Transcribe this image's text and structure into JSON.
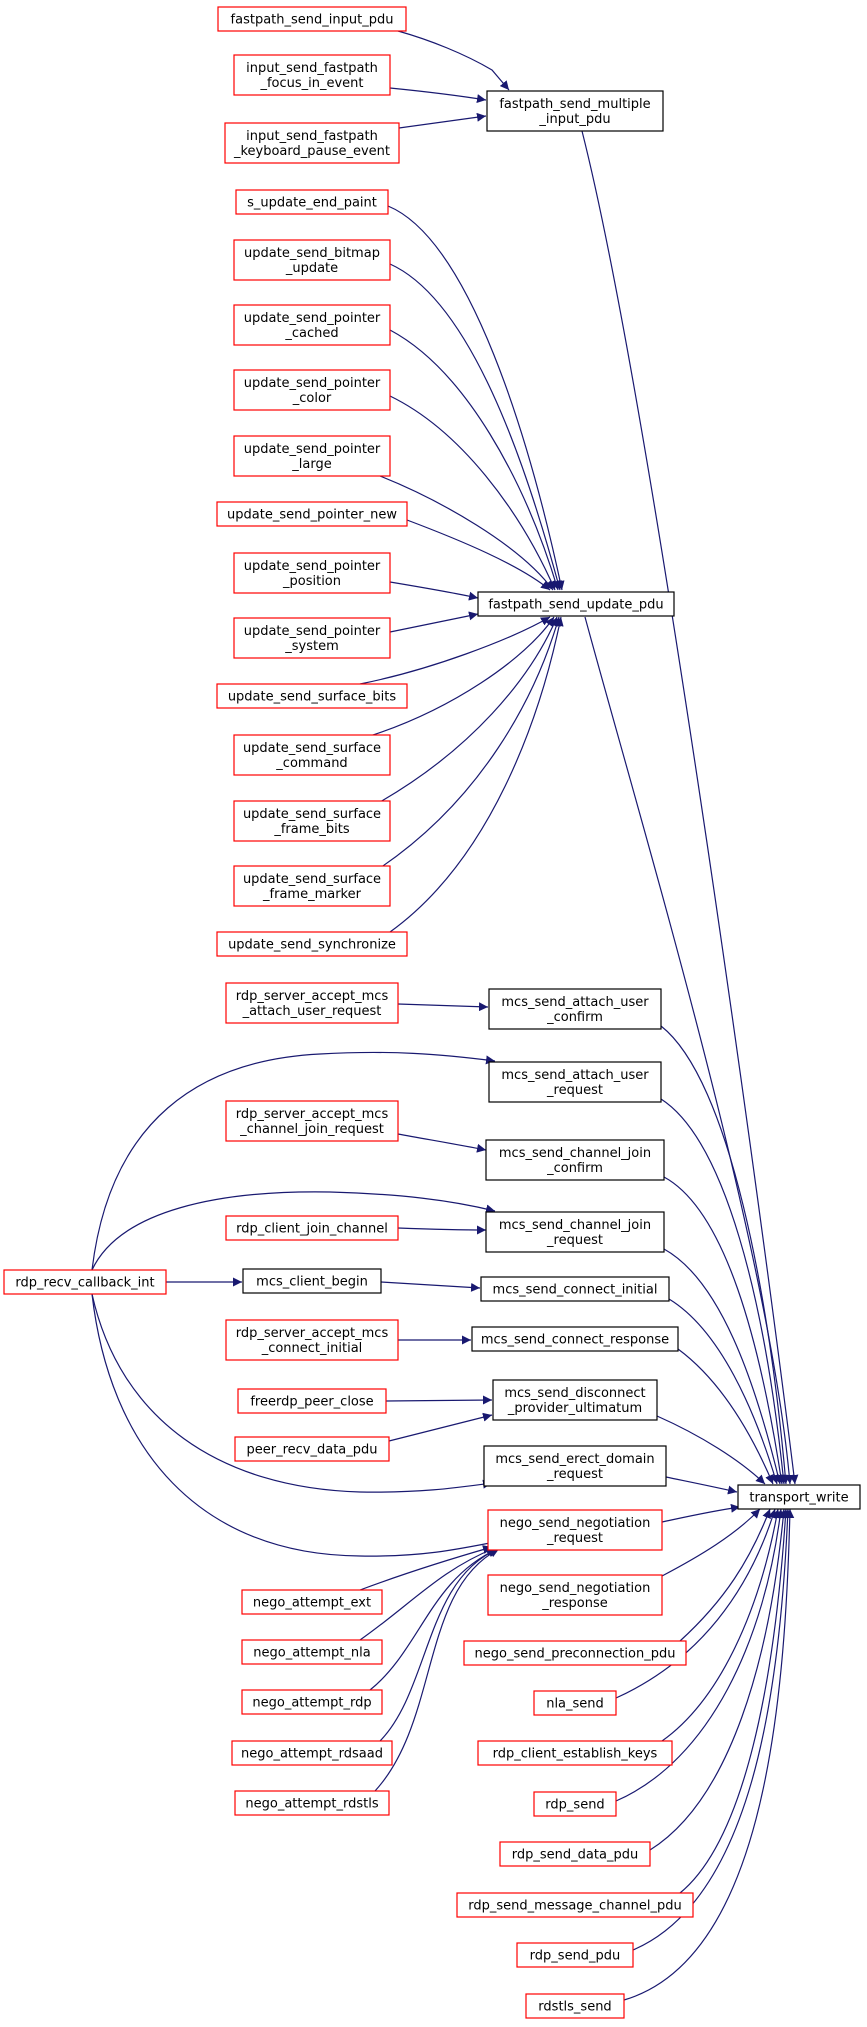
{
  "colors": {
    "edge": "#191970",
    "red_border": "#ff0000",
    "black_border": "#000000",
    "focus_fill": "#bfbfbf"
  },
  "nodes": [
    {
      "id": "n_fp_input_pdu",
      "lines": [
        "fastpath_send_input_pdu"
      ],
      "border": "red"
    },
    {
      "id": "n_input_focus",
      "lines": [
        "input_send_fastpath",
        "_focus_in_event"
      ],
      "border": "red"
    },
    {
      "id": "n_input_kbd",
      "lines": [
        "input_send_fastpath",
        "_keyboard_pause_event"
      ],
      "border": "red"
    },
    {
      "id": "n_fp_multi",
      "lines": [
        "fastpath_send_multiple",
        "_input_pdu"
      ],
      "border": "black"
    },
    {
      "id": "n_s_update_end",
      "lines": [
        "s_update_end_paint"
      ],
      "border": "red"
    },
    {
      "id": "n_upd_bitmap",
      "lines": [
        "update_send_bitmap",
        "_update"
      ],
      "border": "red"
    },
    {
      "id": "n_upd_ptr_cached",
      "lines": [
        "update_send_pointer",
        "_cached"
      ],
      "border": "red"
    },
    {
      "id": "n_upd_ptr_color",
      "lines": [
        "update_send_pointer",
        "_color"
      ],
      "border": "red"
    },
    {
      "id": "n_upd_ptr_large",
      "lines": [
        "update_send_pointer",
        "_large"
      ],
      "border": "red"
    },
    {
      "id": "n_upd_ptr_new",
      "lines": [
        "update_send_pointer_new"
      ],
      "border": "red"
    },
    {
      "id": "n_upd_ptr_pos",
      "lines": [
        "update_send_pointer",
        "_position"
      ],
      "border": "red"
    },
    {
      "id": "n_upd_ptr_sys",
      "lines": [
        "update_send_pointer",
        "_system"
      ],
      "border": "red"
    },
    {
      "id": "n_upd_surf_bits",
      "lines": [
        "update_send_surface_bits"
      ],
      "border": "red"
    },
    {
      "id": "n_upd_surf_cmd",
      "lines": [
        "update_send_surface",
        "_command"
      ],
      "border": "red"
    },
    {
      "id": "n_upd_surf_fbits",
      "lines": [
        "update_send_surface",
        "_frame_bits"
      ],
      "border": "red"
    },
    {
      "id": "n_upd_surf_fmark",
      "lines": [
        "update_send_surface",
        "_frame_marker"
      ],
      "border": "red"
    },
    {
      "id": "n_upd_sync",
      "lines": [
        "update_send_synchronize"
      ],
      "border": "red"
    },
    {
      "id": "n_fp_update",
      "lines": [
        "fastpath_send_update_pdu"
      ],
      "border": "black"
    },
    {
      "id": "n_srv_attach_req",
      "lines": [
        "rdp_server_accept_mcs",
        "_attach_user_request"
      ],
      "border": "red"
    },
    {
      "id": "n_mcs_attach_confirm",
      "lines": [
        "mcs_send_attach_user",
        "_confirm"
      ],
      "border": "black"
    },
    {
      "id": "n_mcs_attach_request",
      "lines": [
        "mcs_send_attach_user",
        "_request"
      ],
      "border": "black"
    },
    {
      "id": "n_srv_chan_join",
      "lines": [
        "rdp_server_accept_mcs",
        "_channel_join_request"
      ],
      "border": "red"
    },
    {
      "id": "n_mcs_chan_confirm",
      "lines": [
        "mcs_send_channel_join",
        "_confirm"
      ],
      "border": "black"
    },
    {
      "id": "n_client_join",
      "lines": [
        "rdp_client_join_channel"
      ],
      "border": "red"
    },
    {
      "id": "n_mcs_chan_request",
      "lines": [
        "mcs_send_channel_join",
        "_request"
      ],
      "border": "black"
    },
    {
      "id": "n_recv_cb",
      "lines": [
        "rdp_recv_callback_int"
      ],
      "border": "red"
    },
    {
      "id": "n_mcs_client_begin",
      "lines": [
        "mcs_client_begin"
      ],
      "border": "black"
    },
    {
      "id": "n_mcs_connect_initial",
      "lines": [
        "mcs_send_connect_initial"
      ],
      "border": "black"
    },
    {
      "id": "n_srv_connect_initial",
      "lines": [
        "rdp_server_accept_mcs",
        "_connect_initial"
      ],
      "border": "red"
    },
    {
      "id": "n_mcs_connect_response",
      "lines": [
        "mcs_send_connect_response"
      ],
      "border": "black"
    },
    {
      "id": "n_peer_close",
      "lines": [
        "freerdp_peer_close"
      ],
      "border": "red"
    },
    {
      "id": "n_peer_recv",
      "lines": [
        "peer_recv_data_pdu"
      ],
      "border": "red"
    },
    {
      "id": "n_mcs_disconnect",
      "lines": [
        "mcs_send_disconnect",
        "_provider_ultimatum"
      ],
      "border": "black"
    },
    {
      "id": "n_mcs_erect",
      "lines": [
        "mcs_send_erect_domain",
        "_request"
      ],
      "border": "black"
    },
    {
      "id": "n_nego_req",
      "lines": [
        "nego_send_negotiation",
        "_request"
      ],
      "border": "red"
    },
    {
      "id": "n_nego_ext",
      "lines": [
        "nego_attempt_ext"
      ],
      "border": "red"
    },
    {
      "id": "n_nego_nla",
      "lines": [
        "nego_attempt_nla"
      ],
      "border": "red"
    },
    {
      "id": "n_nego_rdp",
      "lines": [
        "nego_attempt_rdp"
      ],
      "border": "red"
    },
    {
      "id": "n_nego_rdsaad",
      "lines": [
        "nego_attempt_rdsaad"
      ],
      "border": "red"
    },
    {
      "id": "n_nego_rdstls",
      "lines": [
        "nego_attempt_rdstls"
      ],
      "border": "red"
    },
    {
      "id": "n_nego_resp",
      "lines": [
        "nego_send_negotiation",
        "_response"
      ],
      "border": "red"
    },
    {
      "id": "n_nego_preconn",
      "lines": [
        "nego_send_preconnection_pdu"
      ],
      "border": "red"
    },
    {
      "id": "n_nla_send",
      "lines": [
        "nla_send"
      ],
      "border": "red"
    },
    {
      "id": "n_client_keys",
      "lines": [
        "rdp_client_establish_keys"
      ],
      "border": "red"
    },
    {
      "id": "n_rdp_send",
      "lines": [
        "rdp_send"
      ],
      "border": "red"
    },
    {
      "id": "n_rdp_send_data",
      "lines": [
        "rdp_send_data_pdu"
      ],
      "border": "red"
    },
    {
      "id": "n_rdp_send_msg",
      "lines": [
        "rdp_send_message_channel_pdu"
      ],
      "border": "red"
    },
    {
      "id": "n_rdp_send_pdu",
      "lines": [
        "rdp_send_pdu"
      ],
      "border": "red"
    },
    {
      "id": "n_rdstls_send",
      "lines": [
        "rdstls_send"
      ],
      "border": "red"
    },
    {
      "id": "n_transport_write",
      "lines": [
        "transport_write"
      ],
      "border": "black",
      "focus": true
    }
  ]
}
